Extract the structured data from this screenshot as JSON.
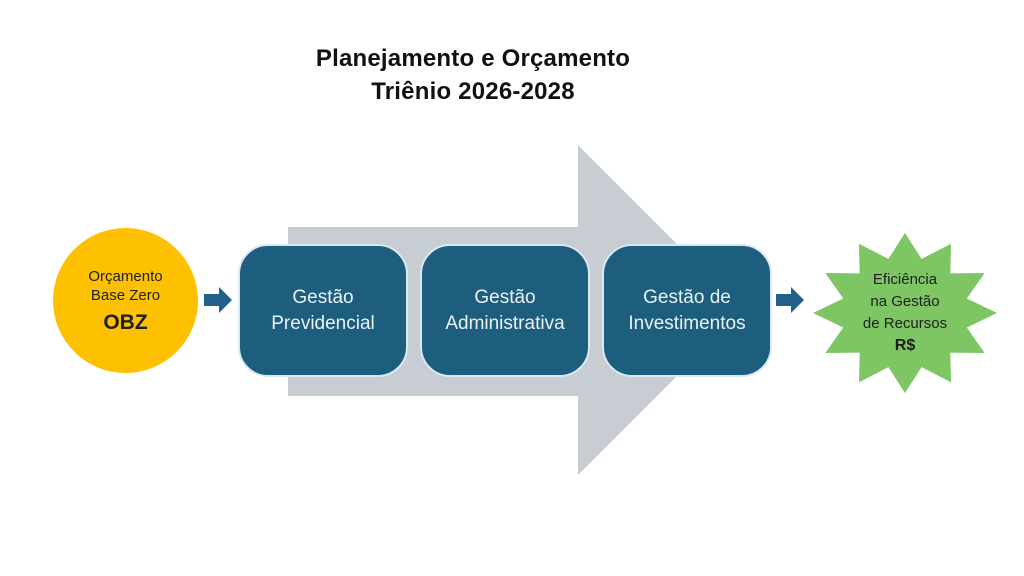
{
  "title": {
    "line1": "Planejamento e Orçamento",
    "line2": "Triênio 2026-2028"
  },
  "start_node": {
    "line1": "Orçamento",
    "line2": "Base Zero",
    "acronym": "OBZ"
  },
  "stages": [
    {
      "line1": "Gestão",
      "line2": "Previdencial"
    },
    {
      "line1": "Gestão",
      "line2": "Administrativa"
    },
    {
      "line1": "Gestão de",
      "line2": "Investimentos"
    }
  ],
  "result_node": {
    "line1": "Eficiência",
    "line2": "na Gestão",
    "line3": "de Recursos",
    "currency": "R$"
  },
  "colors": {
    "background": "#ffffff",
    "title_text": "#111111",
    "flow_arrow_fill": "#c8ccd3",
    "stage_fill": "#1d5e7e",
    "stage_border": "#d9e8f1",
    "stage_text": "#e9f2f7",
    "connector_fill": "#20618b",
    "start_fill": "#fdc101",
    "start_text": "#1f1f1f",
    "result_fill": "#7ec564",
    "result_text": "#1f1f1f"
  }
}
